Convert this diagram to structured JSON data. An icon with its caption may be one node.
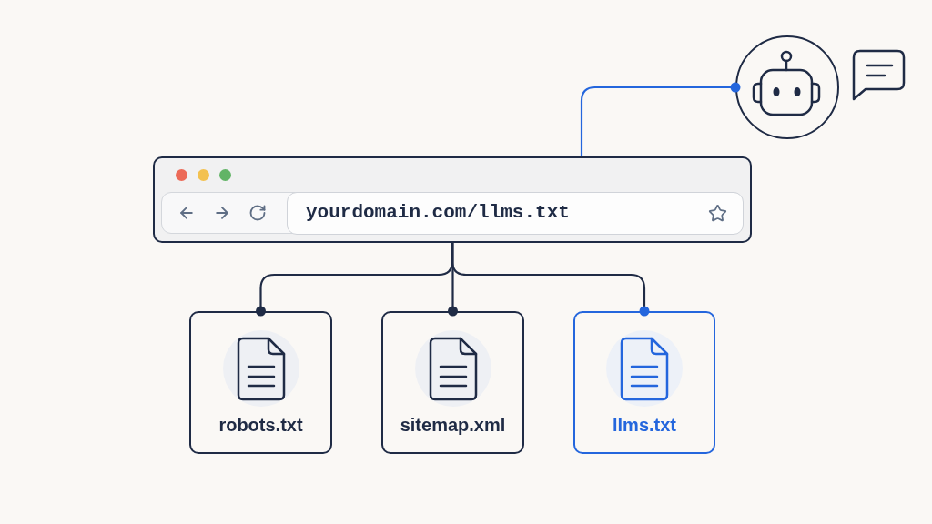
{
  "diagram": {
    "nodes": [
      {
        "text": [
          "yourdomain.com/llms.txt"
        ]
      },
      {
        "text": [],
        "shape": "circle"
      },
      {
        "text": [
          "robots.txt"
        ]
      },
      {
        "text": [
          "sitemap.xml"
        ]
      },
      {
        "text": [
          "llms.txt"
        ]
      }
    ],
    "edges": [
      {
        "from": 0,
        "to": 1,
        "arrow": "other",
        "color": "#2466dd"
      },
      {
        "from": 0,
        "to": 2,
        "arrow": "other"
      },
      {
        "from": 0,
        "to": 3,
        "arrow": "other"
      },
      {
        "from": 0,
        "to": 4,
        "arrow": "other"
      }
    ]
  }
}
